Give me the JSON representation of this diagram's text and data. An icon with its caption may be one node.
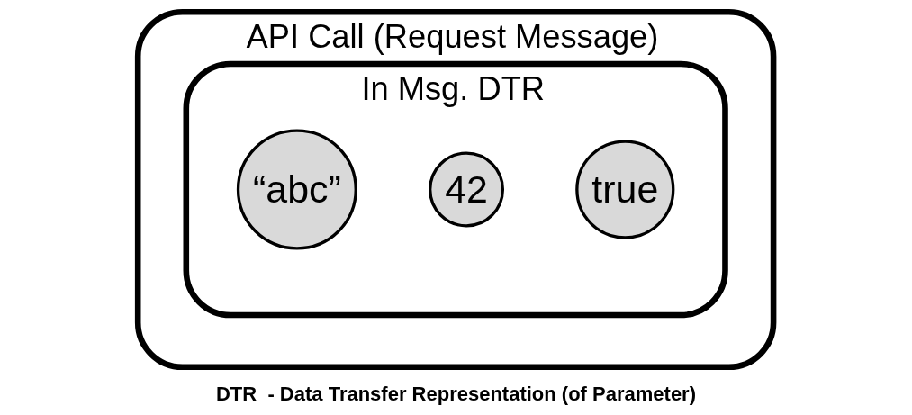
{
  "diagram": {
    "nodes": [
      {
        "text": [
          "API Call (Request Message)"
        ]
      },
      {
        "text": [
          "In Msg. DTR"
        ],
        "in": 0
      },
      {
        "text": [
          "“abc”"
        ],
        "in": 1
      },
      {
        "text": [
          "42"
        ],
        "in": 1
      },
      {
        "text": [
          "true"
        ],
        "in": 1
      }
    ],
    "labels": [
      "DTR  - Data Transfer Representation (of Parameter)"
    ]
  }
}
